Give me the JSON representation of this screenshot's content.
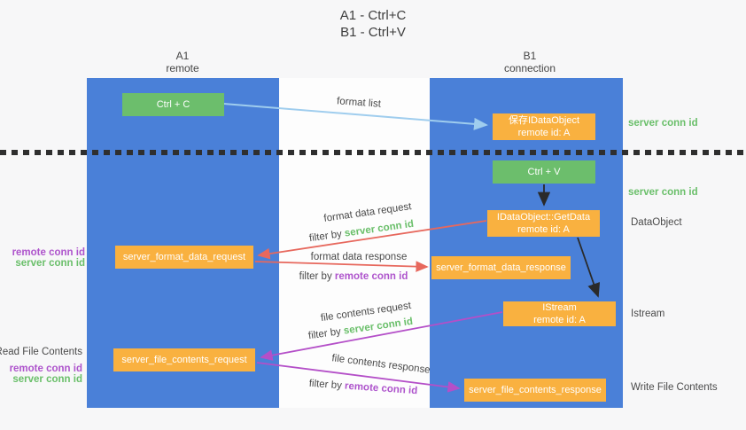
{
  "title": {
    "line1": "A1 - Ctrl+C",
    "line2": "B1 - Ctrl+V"
  },
  "columns": {
    "left": {
      "name": "A1",
      "role": "remote"
    },
    "right": {
      "name": "B1",
      "role": "connection"
    }
  },
  "boxes": {
    "ctrl_c": "Ctrl + C",
    "ctrl_v": "Ctrl + V",
    "save_dataobject": {
      "line1": "保存IDataObject",
      "line2": "remote id: A"
    },
    "getdata": {
      "line1": "IDataObject::GetData",
      "line2": "remote id: A"
    },
    "istream": {
      "line1": "IStream",
      "line2": "remote id: A"
    },
    "format_request": "server_format_data_request",
    "format_response": "server_format_data_response",
    "file_request": "server_file_contents_request",
    "file_response": "server_file_contents_response"
  },
  "arrow_labels": {
    "format_list": "format list",
    "format_data_request": "format data request",
    "format_data_response": "format data response",
    "file_contents_request": "file contents request",
    "file_contents_response": "file contents response",
    "filter_by": "filter by",
    "server_conn_id": "server conn id",
    "remote_conn_id": "remote conn id"
  },
  "side_labels": {
    "server_conn_id_top": "server conn id",
    "server_conn_id_mid": "server conn id",
    "dataobject": "DataObject",
    "istream": "Istream",
    "write_file_contents": "Write File Contents",
    "read_file_contents": "Read File Contents",
    "remote_conn_id": "remote conn id",
    "server_conn_id": "server conn id"
  },
  "colors": {
    "column_blue": "#4a80d8",
    "box_green": "#6cbe6c",
    "box_orange": "#f9b140",
    "arrow_lightblue": "#9fcdee",
    "arrow_red": "#e7685d",
    "arrow_purple": "#b44fc8",
    "arrow_black": "#2a2a2a",
    "text_green": "#6abf6a",
    "text_purple": "#ae54cc",
    "text_dark": "#4a4a4a",
    "dash_color": "#2f2f2f",
    "bg": "#f7f7f8",
    "center_strip": "#fdfdfd"
  }
}
